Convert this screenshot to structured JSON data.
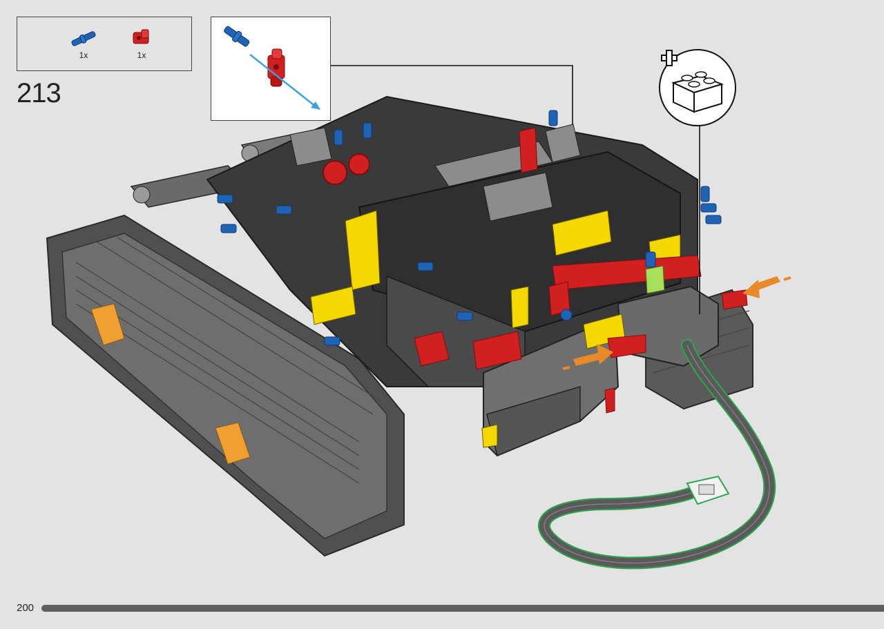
{
  "parts_list": [
    {
      "name": "blue-axle-pin",
      "quantity": "1x",
      "color": "#1f63b5"
    },
    {
      "name": "red-connector",
      "quantity": "1x",
      "color": "#d21f1f"
    }
  ],
  "step": {
    "number": "213"
  },
  "add_element_icon": "plus-brick-icon",
  "footer": {
    "page_number": "200"
  },
  "colors": {
    "background": "#e3e3e3",
    "dark_grey": "#3a3a3a",
    "light_grey": "#8c8c8c",
    "yellow": "#f5d800",
    "red": "#d21f1f",
    "blue": "#1f63b5",
    "orange": "#f0a030",
    "arrow_orange": "#e88a2a",
    "highlight_green": "#2aa84a"
  }
}
